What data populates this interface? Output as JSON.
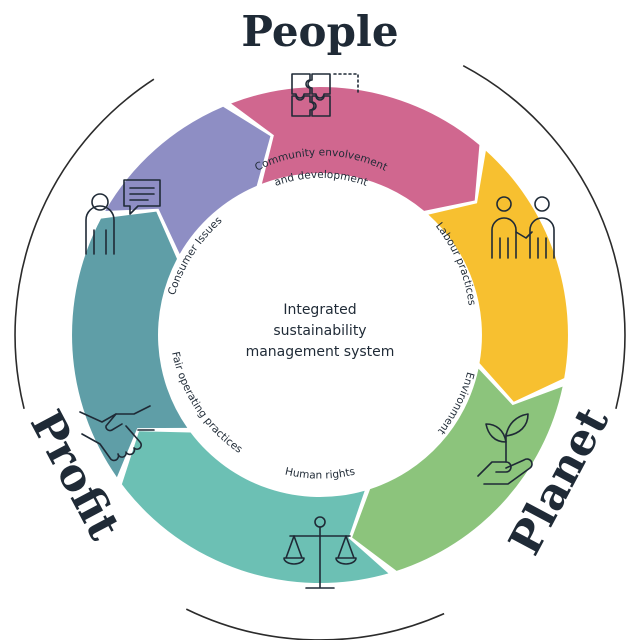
{
  "pillars": {
    "people": "People",
    "planet": "Planet",
    "profit": "Profit"
  },
  "center": {
    "line1": "Integrated",
    "line2": "sustainability",
    "line3": "management system"
  },
  "segments": [
    {
      "label": "Community envolvement",
      "label2": "and development",
      "color": "#d0678f",
      "icon": "puzzle-icon"
    },
    {
      "label": "Labour practices",
      "color": "#f7c030",
      "icon": "two-people-icon"
    },
    {
      "label": "Environment",
      "color": "#8cc47c",
      "icon": "plant-in-hand-icon"
    },
    {
      "label": "Human rights",
      "color": "#6cc0b4",
      "icon": "scales-icon"
    },
    {
      "label": "Fair operating practices",
      "color": "#5f9ea7",
      "icon": "handshake-icon"
    },
    {
      "label": "Consumer Issues",
      "color": "#8e8ec4",
      "icon": "person-speech-icon"
    }
  ],
  "colors": {
    "ring": "#2b2b2b",
    "text": "#1f2a36"
  }
}
